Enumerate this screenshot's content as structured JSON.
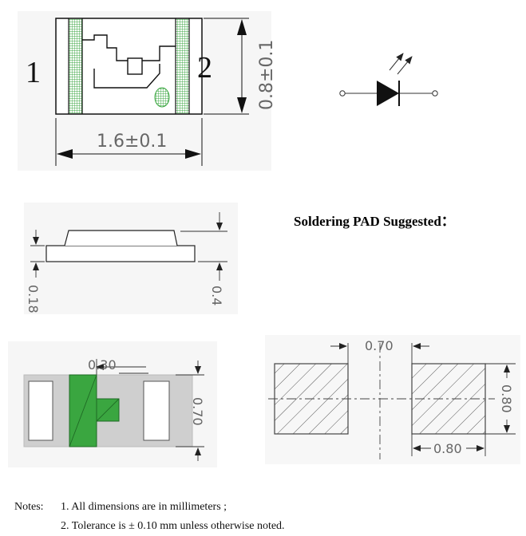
{
  "top_view": {
    "pin_left": "1",
    "pin_right": "2",
    "height_dim": "0.8±0.1",
    "width_dim": "1.6±0.1"
  },
  "side_view": {
    "dim_left": "0.18",
    "dim_right": "0.4"
  },
  "bottom_view": {
    "dim_top": "0.30",
    "dim_right": "0.70",
    "colors": {
      "green": "#3aa640",
      "green_dark": "#1f6a24",
      "pad_gray": "#cfcfcf",
      "hatch_green": "#7fcf7f"
    }
  },
  "pad": {
    "heading": "Soldering PAD Suggested：",
    "gap_dim": "0.70",
    "height_dim": "0.80",
    "width_dim": "0.80"
  },
  "notes": {
    "label": "Notes:",
    "items": [
      "1. All dimensions are in millimeters ;",
      "2. Tolerance is ± 0.10 mm unless otherwise noted."
    ]
  }
}
